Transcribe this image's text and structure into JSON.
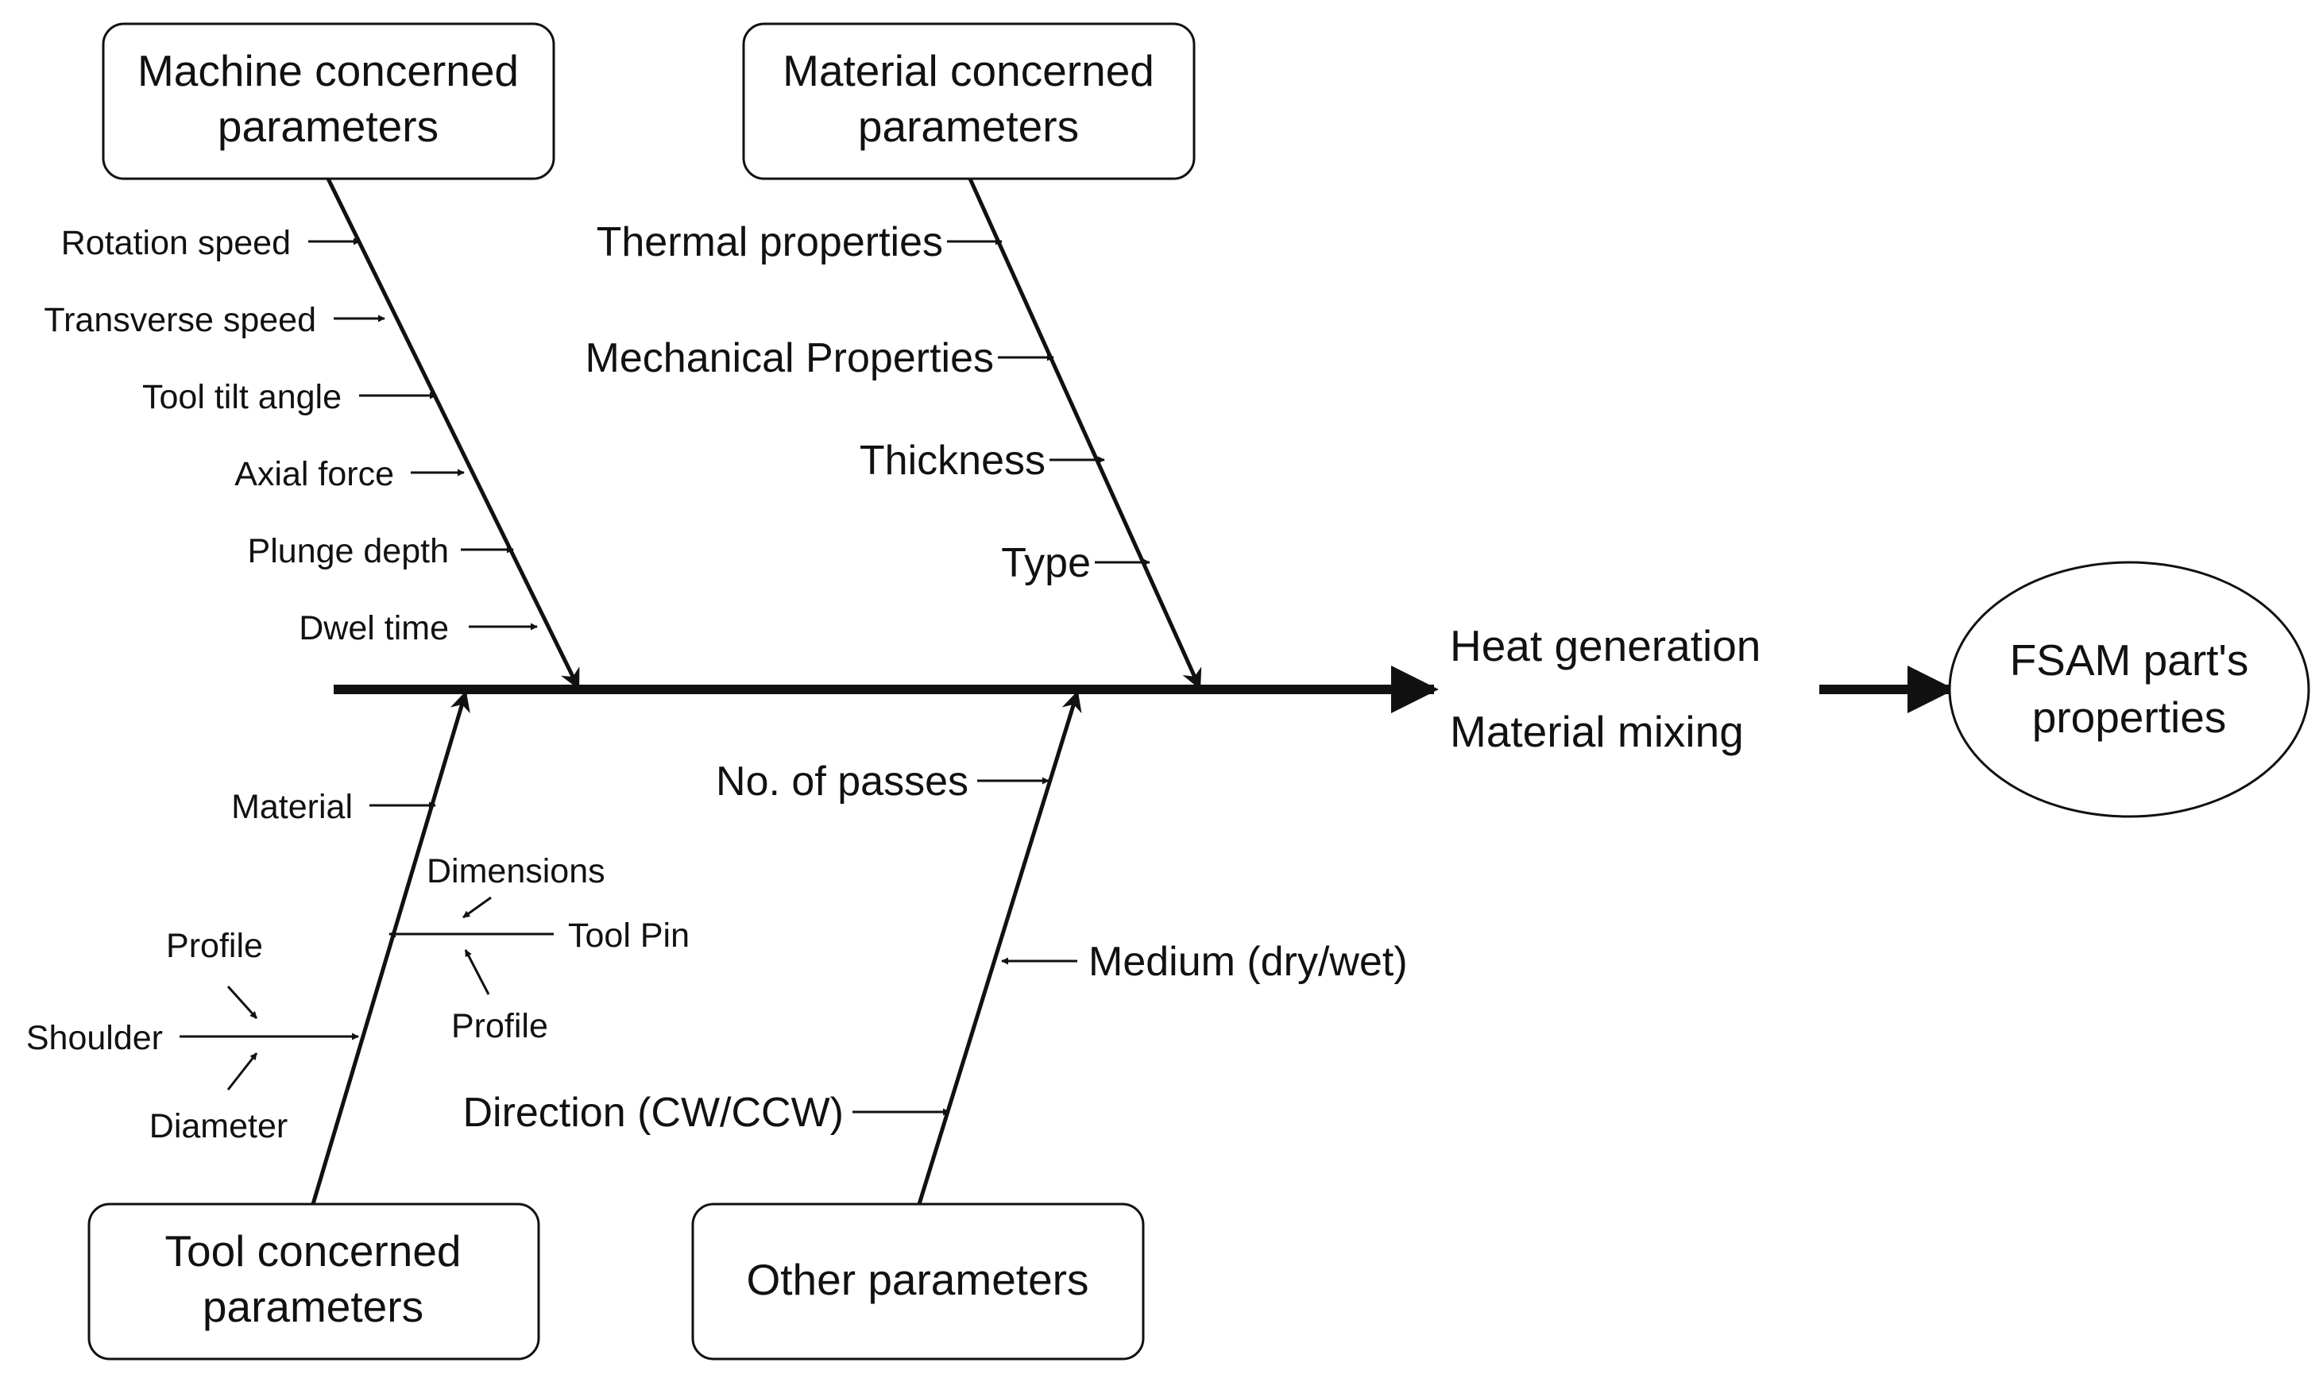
{
  "categories": {
    "machine": {
      "title_lines": [
        "Machine concerned",
        "parameters"
      ],
      "causes": [
        "Rotation speed",
        "Transverse speed",
        "Tool tilt angle",
        "Axial force",
        "Plunge depth",
        "Dwel time"
      ]
    },
    "material": {
      "title_lines": [
        "Material concerned",
        "parameters"
      ],
      "causes": [
        "Thermal properties",
        "Mechanical Properties",
        "Thickness",
        "Type"
      ]
    },
    "tool": {
      "title_lines": [
        "Tool concerned",
        "parameters"
      ],
      "causes": {
        "material": "Material",
        "tool_pin": {
          "label": "Tool Pin",
          "sub": [
            "Dimensions",
            "Profile"
          ]
        },
        "shoulder": {
          "label": "Shoulder",
          "sub": [
            "Profile",
            "Diameter"
          ]
        }
      }
    },
    "other": {
      "title_lines": [
        "Other parameters"
      ],
      "causes": [
        "No. of passes",
        "Medium (dry/wet)",
        "Direction (CW/CCW)"
      ]
    }
  },
  "effects": [
    "Heat generation",
    "Material mixing"
  ],
  "outcome_lines": [
    "FSAM part's",
    "properties"
  ],
  "colors": {
    "stroke": "#111111",
    "background": "#ffffff"
  }
}
